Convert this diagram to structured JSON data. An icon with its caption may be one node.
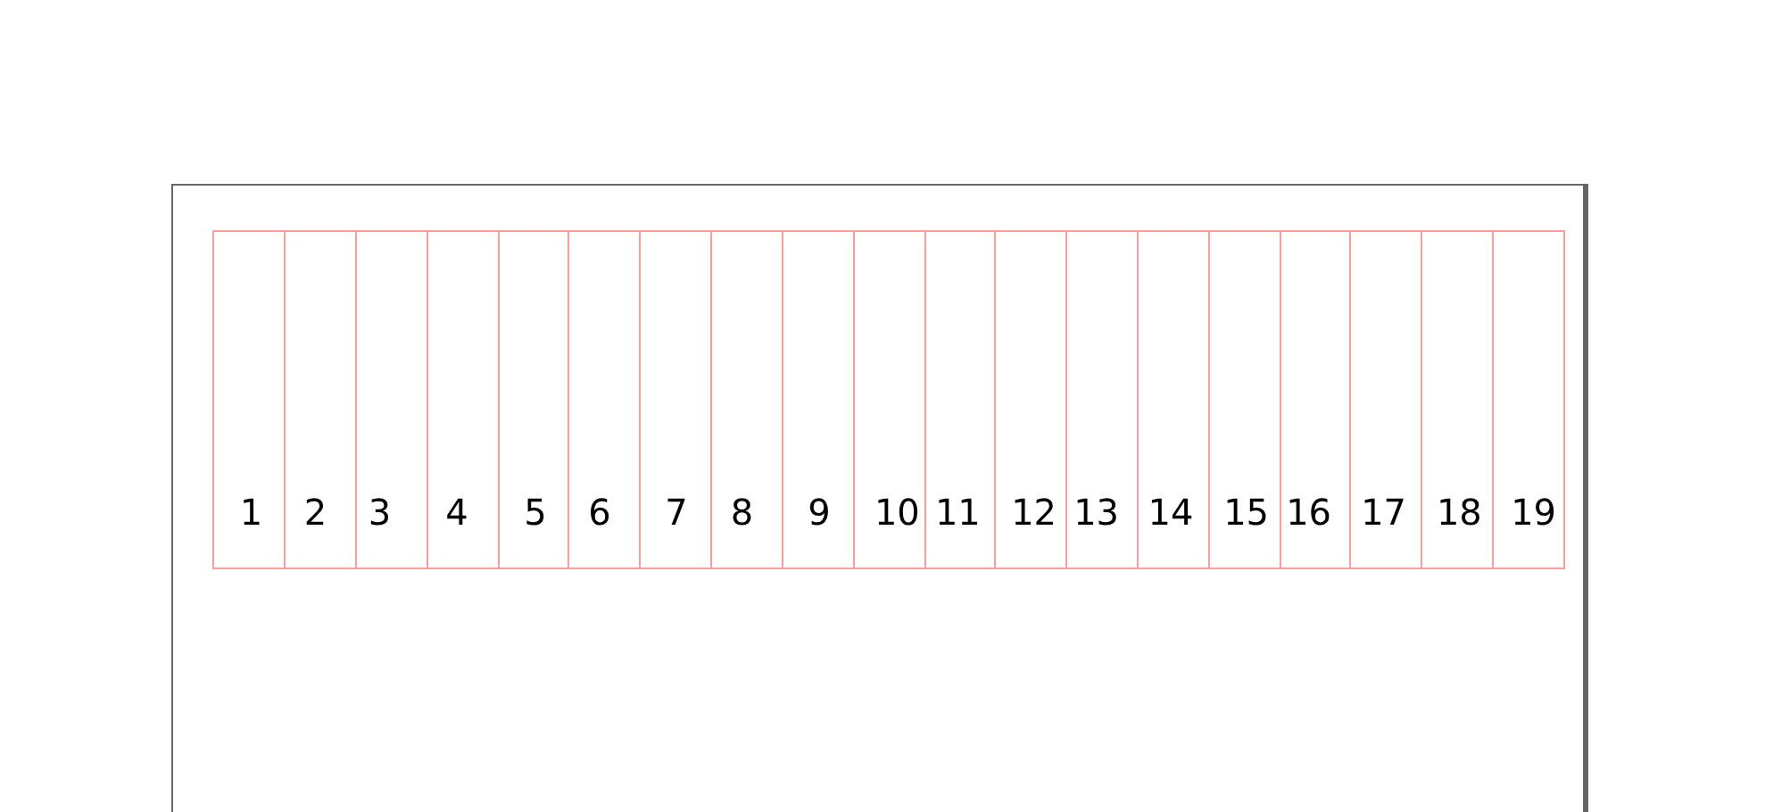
{
  "diagram": {
    "nodes": [
      {
        "text": [
          "1"
        ]
      },
      {
        "text": [
          "2"
        ]
      },
      {
        "text": [
          "3"
        ]
      },
      {
        "text": [
          "4"
        ]
      },
      {
        "text": [
          "5"
        ]
      },
      {
        "text": [
          "6"
        ]
      },
      {
        "text": [
          "7"
        ]
      },
      {
        "text": [
          "8"
        ]
      },
      {
        "text": [
          "9"
        ]
      },
      {
        "text": [
          "10"
        ]
      },
      {
        "text": [
          "11"
        ]
      },
      {
        "text": [
          "12"
        ]
      },
      {
        "text": [
          "13"
        ]
      },
      {
        "text": [
          "14"
        ]
      },
      {
        "text": [
          "15"
        ]
      },
      {
        "text": [
          "16"
        ]
      },
      {
        "text": [
          "17"
        ]
      },
      {
        "text": [
          "18"
        ]
      },
      {
        "text": [
          "19"
        ]
      }
    ]
  }
}
